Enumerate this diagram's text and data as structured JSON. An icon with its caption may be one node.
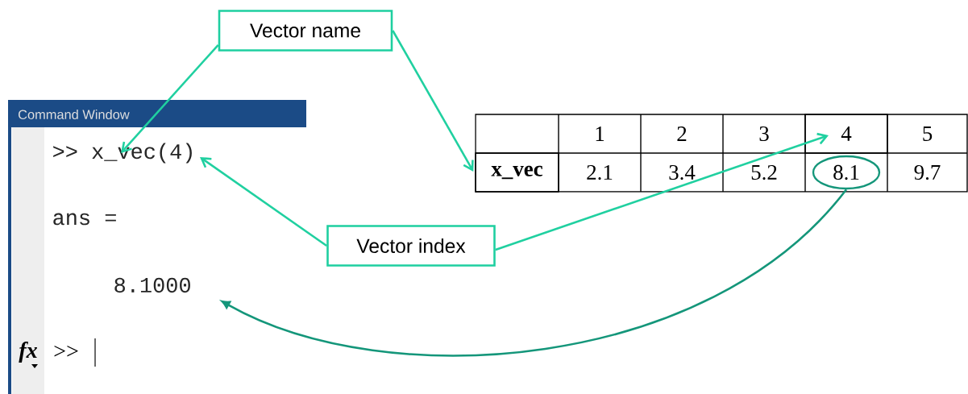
{
  "diagram": {
    "nodes": [
      {
        "text": [
          "Vector name"
        ]
      },
      {
        "text": [
          "Command Window"
        ]
      },
      {
        "text": [
          ">> x_vec(4)"
        ],
        "in": 1
      },
      {
        "text": [
          "ans ="
        ],
        "in": 1
      },
      {
        "text": [
          "8.1000"
        ],
        "in": 1
      },
      {
        "text": [
          "4"
        ]
      },
      {
        "text": [
          "x_vec"
        ]
      },
      {
        "text": [
          "8.1"
        ]
      },
      {
        "text": [
          "Vector index"
        ]
      }
    ],
    "edges": [
      {
        "from": 0,
        "to": 2,
        "arrow": "to"
      },
      {
        "from": 0,
        "to": 6,
        "arrow": "to"
      },
      {
        "from": 8,
        "to": 2,
        "arrow": "to"
      },
      {
        "from": 8,
        "to": 5,
        "arrow": "to"
      },
      {
        "from": 7,
        "to": 4,
        "arrow": "to",
        "color": "#14967a"
      }
    ],
    "labels": [
      "1",
      "2",
      "3",
      "5",
      "2.1",
      "3.4",
      "5.2",
      "9.7",
      "fx",
      ">>"
    ]
  }
}
